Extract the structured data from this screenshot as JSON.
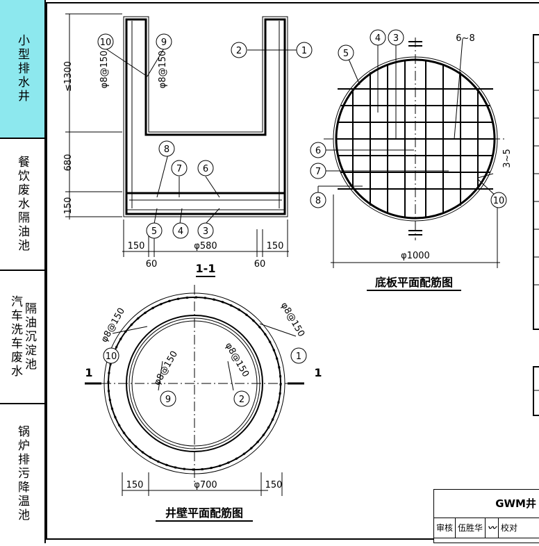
{
  "sidebar": {
    "tabs": [
      {
        "lines": [
          "小型排水井"
        ],
        "active": true
      },
      {
        "lines": [
          "餐饮废水隔油池"
        ],
        "active": false
      },
      {
        "lines": [
          "汽车洗车废水",
          "隔油沉淀池"
        ],
        "active": false
      },
      {
        "lines": [
          "锅炉排污降温池"
        ],
        "active": false
      }
    ]
  },
  "section_view": {
    "title": "1-1",
    "dims": {
      "h1": "≤1300",
      "h2": "680",
      "h3": "150",
      "w_left": "150",
      "w_mid": "φ580",
      "w_right": "150",
      "w_off_l": "60",
      "w_off_r": "60"
    },
    "rebar_labels": [
      "φ8@150",
      "φ8@150"
    ],
    "markers": [
      "10",
      "9",
      "2",
      "1",
      "8",
      "7",
      "6",
      "5",
      "4",
      "3"
    ]
  },
  "base_plan": {
    "title": "底板平面配筋图",
    "dim": "φ1000",
    "markers": [
      "5",
      "4",
      "3",
      "6~8",
      "6",
      "7",
      "8",
      "3~5",
      "10"
    ]
  },
  "wall_plan": {
    "title": "井壁平面配筋图",
    "cut_label": "1",
    "dims": {
      "left": "150",
      "mid": "φ700",
      "right": "150"
    },
    "rebar_labels": [
      "φ8@150",
      "φ8@150",
      "φ8@150",
      "φ8@150"
    ],
    "markers": [
      "10",
      "9",
      "1",
      "2"
    ]
  },
  "title_block": {
    "title": "GWM井",
    "row": [
      "审核",
      "伍胜华",
      "校对"
    ]
  }
}
